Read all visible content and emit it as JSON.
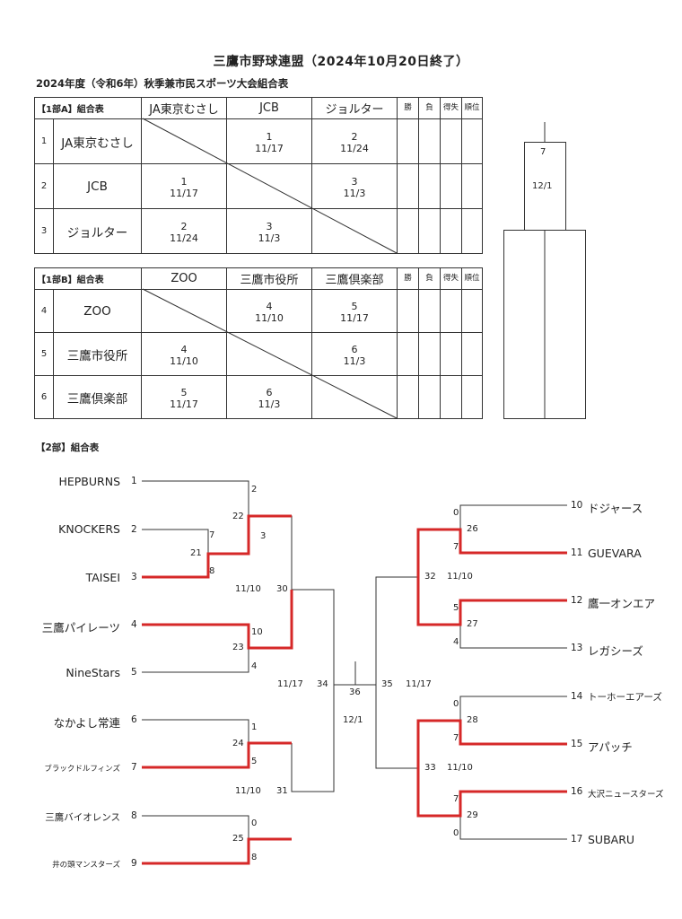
{
  "title": "三鷹市野球連盟（2024年10月20日終了）",
  "subtitle": "2024年度（令和6年）秋季兼市民スポーツ大会組合表",
  "group_a": {
    "label": "【1部A】組合表",
    "teams": [
      "JA東京むさし",
      "JCB",
      "ジョルター"
    ],
    "nums": [
      "1",
      "2",
      "3"
    ],
    "stat_headers": [
      "勝",
      "負",
      "得失",
      "順位"
    ],
    "cells": {
      "r0c1": [
        "1",
        "11/17"
      ],
      "r0c2": [
        "2",
        "11/24"
      ],
      "r1c0": [
        "1",
        "11/17"
      ],
      "r1c2": [
        "3",
        "11/3"
      ],
      "r2c0": [
        "2",
        "11/24"
      ],
      "r2c1": [
        "3",
        "11/3"
      ]
    }
  },
  "group_b": {
    "label": "【1部B】組合表",
    "teams": [
      "ZOO",
      "三鷹市役所",
      "三鷹倶楽部"
    ],
    "nums": [
      "4",
      "5",
      "6"
    ],
    "stat_headers": [
      "勝",
      "負",
      "得失",
      "順位"
    ],
    "cells": {
      "r0c1": [
        "4",
        "11/10"
      ],
      "r0c2": [
        "5",
        "11/17"
      ],
      "r1c0": [
        "4",
        "11/10"
      ],
      "r1c2": [
        "6",
        "11/3"
      ],
      "r2c0": [
        "5",
        "11/17"
      ],
      "r2c1": [
        "6",
        "11/3"
      ]
    }
  },
  "final_box": {
    "game": "7",
    "date": "12/1"
  },
  "section2_label": "【2部】組合表",
  "bracket": {
    "left_teams": [
      {
        "name": "HEPBURNS",
        "seed": "1"
      },
      {
        "name": "KNOCKERS",
        "seed": "2"
      },
      {
        "name": "TAISEI",
        "seed": "3"
      },
      {
        "name": "三鷹パイレーツ",
        "seed": "4"
      },
      {
        "name": "NineStars",
        "seed": "5"
      },
      {
        "name": "なかよし常連",
        "seed": "6"
      },
      {
        "name": "ブラックドルフィンズ",
        "seed": "7"
      },
      {
        "name": "三鷹バイオレンス",
        "seed": "8"
      },
      {
        "name": "井の頭マンスターズ",
        "seed": "9"
      }
    ],
    "right_teams": [
      {
        "name": "ドジャース",
        "seed": "10"
      },
      {
        "name": "GUEVARA",
        "seed": "11"
      },
      {
        "name": "鷹一オンエア",
        "seed": "12"
      },
      {
        "name": "レガシーズ",
        "seed": "13"
      },
      {
        "name": "トーホーエアーズ",
        "seed": "14"
      },
      {
        "name": "アパッチ",
        "seed": "15"
      },
      {
        "name": "大沢ニュースターズ",
        "seed": "16"
      },
      {
        "name": "SUBARU",
        "seed": "17"
      }
    ],
    "labels": {
      "g21": "21",
      "g22": "22",
      "g23": "23",
      "g24": "24",
      "g25": "25",
      "g26": "26",
      "g27": "27",
      "g28": "28",
      "g29": "29",
      "g30": "30",
      "g31": "31",
      "g32": "32",
      "g33": "33",
      "g34": "34",
      "g35": "35",
      "g36": "36",
      "d30": "11/10",
      "d31": "11/10",
      "d32": "11/10",
      "d33": "11/10",
      "d34": "11/17",
      "d35": "11/17",
      "d36": "12/1"
    },
    "scores": {
      "s1": "2",
      "s22": "3",
      "s2": "7",
      "s3": "8",
      "s4": "10",
      "s5": "4",
      "s6": "1",
      "s7": "5",
      "s8": "0",
      "s9": "8",
      "s10": "0",
      "s11": "7",
      "s12": "5",
      "s13": "4",
      "s14": "0",
      "s15": "7",
      "s16": "7",
      "s17": "0"
    },
    "colors": {
      "winner_line": "#d62828",
      "line": "#333333"
    }
  }
}
